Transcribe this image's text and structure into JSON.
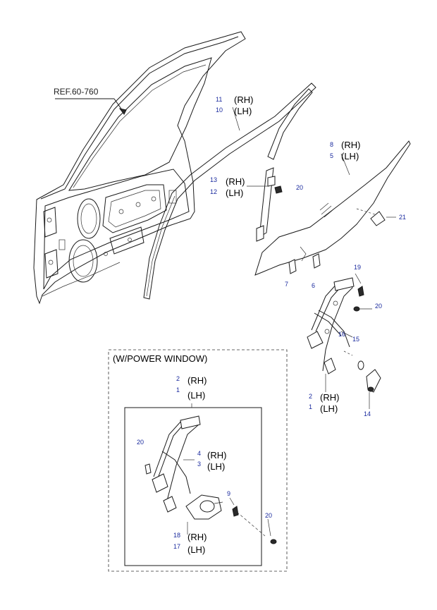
{
  "reference_label": "REF.60-760",
  "group_title": "(W/POWER WINDOW)",
  "callouts": {
    "c11": {
      "num": "11",
      "side": "(RH)"
    },
    "c10": {
      "num": "10",
      "side": "(LH)"
    },
    "c13": {
      "num": "13",
      "side": "(RH)"
    },
    "c12": {
      "num": "12",
      "side": "(LH)"
    },
    "c20_top": {
      "num": "20"
    },
    "c8": {
      "num": "8",
      "side": "(RH)"
    },
    "c5": {
      "num": "5",
      "side": "(LH)"
    },
    "c21": {
      "num": "21"
    },
    "c19": {
      "num": "19"
    },
    "c7": {
      "num": "7"
    },
    "c6": {
      "num": "6"
    },
    "c20_mid": {
      "num": "20"
    },
    "c16": {
      "num": "16"
    },
    "c15": {
      "num": "15"
    },
    "c2_manual": {
      "num": "2",
      "side": "(RH)"
    },
    "c1_manual": {
      "num": "1",
      "side": "(LH)"
    },
    "c14": {
      "num": "14"
    },
    "c2_power": {
      "num": "2",
      "side": "(RH)"
    },
    "c1_power": {
      "num": "1",
      "side": "(LH)"
    },
    "c20_power_left": {
      "num": "20"
    },
    "c4": {
      "num": "4",
      "side": "(RH)"
    },
    "c3": {
      "num": "3",
      "side": "(LH)"
    },
    "c9": {
      "num": "9"
    },
    "c20_power_right": {
      "num": "20"
    },
    "c18": {
      "num": "18",
      "side": "(RH)"
    },
    "c17": {
      "num": "17",
      "side": "(LH)"
    }
  }
}
